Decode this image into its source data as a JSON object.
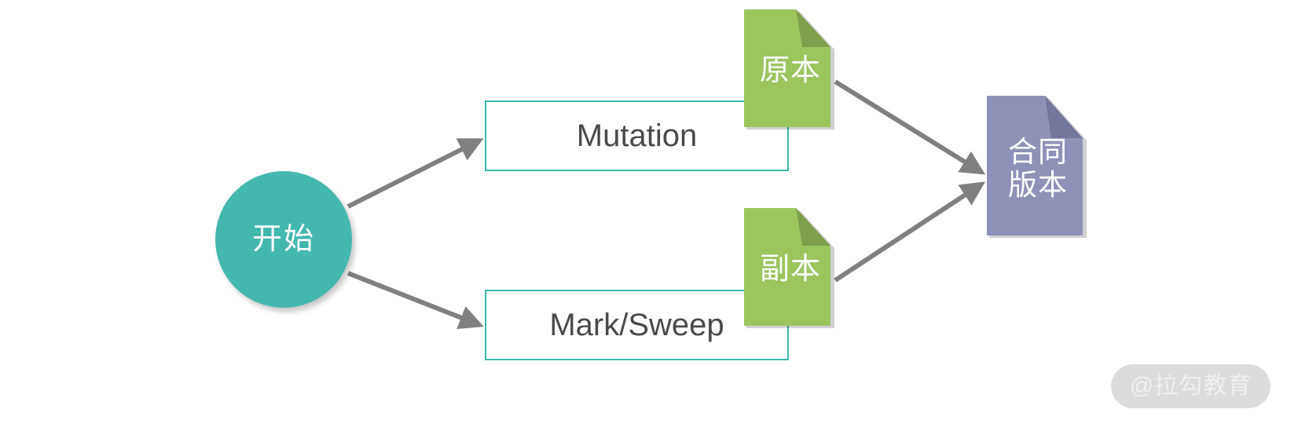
{
  "diagram": {
    "title": "GC process flow diagram",
    "background_color": "#ffffff",
    "edge_color": "#808080",
    "nodes": {
      "start": {
        "label": "开始",
        "shape": "circle",
        "fill": "#45b8ae",
        "text_color": "#ffffff"
      },
      "mutation": {
        "label": "Mutation",
        "shape": "rectangle",
        "fill": "#ffffff",
        "border_color": "#3eb6ac",
        "text_color": "#4a4a4a"
      },
      "marksweep": {
        "label": "Mark/Sweep",
        "shape": "rectangle",
        "fill": "#ffffff",
        "border_color": "#3eb6ac",
        "text_color": "#4a4a4a"
      },
      "original": {
        "label": "原本",
        "shape": "document",
        "fill": "#9cc55e",
        "fold_fill": "#7f9f4c",
        "text_color": "#ffffff"
      },
      "copy": {
        "label": "副本",
        "shape": "document",
        "fill": "#9cc55e",
        "fold_fill": "#7f9f4c",
        "text_color": "#ffffff"
      },
      "merged": {
        "label": "合同\n版本",
        "shape": "document",
        "fill": "#8e92b8",
        "fold_fill": "#73779c",
        "text_color": "#ffffff"
      }
    },
    "edges": [
      {
        "from": "start",
        "to": "mutation",
        "style": "arrow"
      },
      {
        "from": "start",
        "to": "marksweep",
        "style": "arrow"
      },
      {
        "from": "original",
        "to": "merged",
        "style": "arrow"
      },
      {
        "from": "copy",
        "to": "merged",
        "style": "arrow"
      }
    ]
  },
  "watermark": {
    "label": "@拉勾教育",
    "pill_color": "#dcdcdc",
    "text_color": "#f0f0f0"
  }
}
